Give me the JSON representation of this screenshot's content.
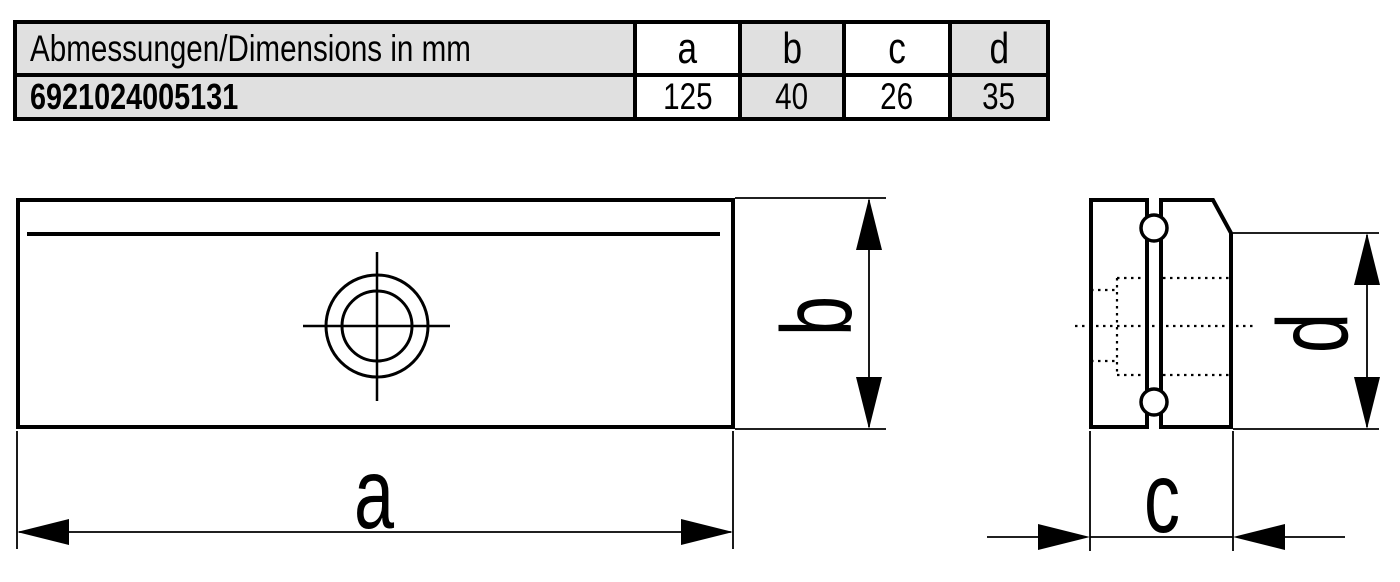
{
  "table": {
    "header": {
      "label": "Abmessungen/Dimensions in mm",
      "a": "a",
      "b": "b",
      "c": "c",
      "d": "d"
    },
    "row": {
      "part_number": "6921024005131",
      "a": "125",
      "b": "40",
      "c": "26",
      "d": "35"
    }
  },
  "drawing": {
    "dim_labels": {
      "a": "a",
      "b": "b",
      "c": "c",
      "d": "d"
    }
  },
  "colors": {
    "line": "#000000",
    "cell_gray": "#e0e0e0",
    "cell_white": "#ffffff",
    "background": "#ffffff"
  }
}
